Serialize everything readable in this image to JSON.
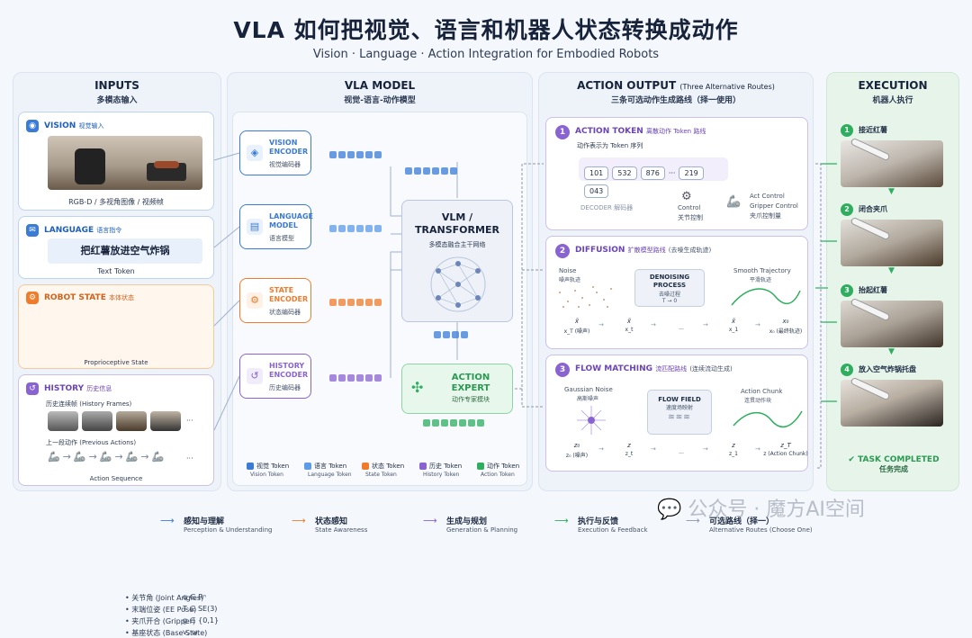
{
  "header": {
    "title": "VLA 如何把视觉、语言和机器人状态转换成动作",
    "subtitle": "Vision · Language · Action Integration for Embodied Robots"
  },
  "columns": {
    "inputs": {
      "title": "INPUTS",
      "subtitle": "多模态输入"
    },
    "model": {
      "title": "VLA MODEL",
      "subtitle": "视觉-语言-动作模型"
    },
    "output": {
      "title": "ACTION OUTPUT",
      "title_note": "(Three Alternative Routes)",
      "subtitle": "三条可选动作生成路线（择一使用）"
    },
    "execution": {
      "title": "EXECUTION",
      "subtitle": "机器人执行"
    }
  },
  "inputs": {
    "vision": {
      "label": "VISION",
      "label_cn": "视觉输入",
      "caption": "RGB-D / 多视角图像 / 视频帧"
    },
    "language": {
      "label": "LANGUAGE",
      "label_cn": "语言指令",
      "instruction": "把红薯放进空气炸锅",
      "caption": "Text Token"
    },
    "robot_state": {
      "label": "ROBOT STATE",
      "label_cn": "本体状态",
      "items": [
        {
          "name": "关节角 (Joint Angles)",
          "symbol": "q ∈ Rⁿ"
        },
        {
          "name": "末端位姿 (EE Pose)",
          "symbol": "T ∈ SE(3)"
        },
        {
          "name": "夹爪开合 (Gripper)",
          "symbol": "g ∈ {0,1}"
        },
        {
          "name": "基座状态 (Base State)",
          "symbol": "v, ω"
        }
      ],
      "caption": "Proprioceptive State"
    },
    "history": {
      "label": "HISTORY",
      "label_cn": "历史信息",
      "frames_label": "历史连续帧 (History Frames)",
      "actions_label": "上一段动作 (Previous Actions)",
      "caption": "Action Sequence",
      "ellipsis": "···"
    }
  },
  "model": {
    "encoders": [
      {
        "title": "VISION ENCODER",
        "cn": "视觉编码器",
        "color": "#3a7bd5"
      },
      {
        "title": "LANGUAGE MODEL",
        "cn": "语言模型",
        "color": "#3a7bd5"
      },
      {
        "title": "STATE ENCODER",
        "cn": "状态编码器",
        "color": "#f07b2b"
      },
      {
        "title": "HISTORY ENCODER",
        "cn": "历史编码器",
        "color": "#8a63d2"
      }
    ],
    "core": {
      "title": "VLM / TRANSFORMER",
      "subtitle": "多模态融合主干网络"
    },
    "expert": {
      "title": "ACTION EXPERT",
      "subtitle": "动作专家模块"
    },
    "token_legend": [
      {
        "cn": "视觉 Token",
        "en": "Vision Token",
        "color": "#3a7bd5"
      },
      {
        "cn": "语言 Token",
        "en": "Language Token",
        "color": "#5b9be8"
      },
      {
        "cn": "状态 Token",
        "en": "State Token",
        "color": "#f07b2b"
      },
      {
        "cn": "历史 Token",
        "en": "History Token",
        "color": "#8a63d2"
      },
      {
        "cn": "动作 Token",
        "en": "Action Token",
        "color": "#2eae5e"
      }
    ]
  },
  "routes": {
    "r1": {
      "num": "1",
      "title": "ACTION TOKEN",
      "title_cn": "离散动作 Token 路线",
      "desc": "动作表示为 Token 序列",
      "tokens": [
        "101",
        "532",
        "876",
        "···",
        "219",
        "043"
      ],
      "decoder": "DECODER 解码器",
      "control": "Control",
      "control_cn": "关节控制",
      "gripper_title": "Act Control",
      "gripper": "Gripper Control",
      "gripper_cn": "夹爪控制量"
    },
    "r2": {
      "num": "2",
      "title": "DIFFUSION",
      "title_cn": "扩散模型路线",
      "note": "(去噪生成轨迹)",
      "noise": "Noise",
      "noise_cn": "噪声轨迹",
      "process": "DENOISING PROCESS",
      "process_cn": "去噪过程",
      "process_t": "T → 0",
      "smooth": "Smooth Trajectory",
      "smooth_cn": "平滑轨迹",
      "steps": [
        {
          "top": "x̃",
          "bot": "x_T (噪声)"
        },
        {
          "top": "x̃",
          "bot": "x_t"
        },
        {
          "top": "",
          "bot": "···"
        },
        {
          "top": "x̃",
          "bot": "x_1"
        },
        {
          "top": "x₀",
          "bot": "x₀ (最终轨迹)"
        }
      ]
    },
    "r3": {
      "num": "3",
      "title": "FLOW MATCHING",
      "title_cn": "流匹配路线",
      "note": "(连续流动生成)",
      "noise": "Gaussian Noise",
      "noise_cn": "高斯噪声",
      "field": "FLOW FIELD",
      "field_cn": "速度场映射",
      "chunk": "Action Chunk",
      "chunk_cn": "连贯动作块",
      "steps": [
        {
          "top": "z₀",
          "bot": "z₀ (噪声)"
        },
        {
          "top": "z",
          "bot": "z_t"
        },
        {
          "top": "",
          "bot": "···"
        },
        {
          "top": "z",
          "bot": "z_1"
        },
        {
          "top": "z_T",
          "bot": "z (Action Chunk)"
        }
      ]
    }
  },
  "execution": {
    "steps": [
      {
        "num": "1",
        "label": "接近红薯"
      },
      {
        "num": "2",
        "label": "闭合夹爪"
      },
      {
        "num": "3",
        "label": "抬起红薯"
      },
      {
        "num": "4",
        "label": "放入空气炸锅托盘"
      }
    ],
    "done": "TASK COMPLETED",
    "done_cn": "任务完成"
  },
  "legend": [
    {
      "cn": "感知与理解",
      "en": "Perception & Understanding",
      "color": "#3a7bd5"
    },
    {
      "cn": "状态感知",
      "en": "State Awareness",
      "color": "#f07b2b"
    },
    {
      "cn": "生成与规划",
      "en": "Generation & Planning",
      "color": "#8a63d2"
    },
    {
      "cn": "执行与反馈",
      "en": "Execution & Feedback",
      "color": "#2eae5e"
    },
    {
      "cn": "可选路线（择一）",
      "en": "Alternative Routes (Choose One)",
      "color": "#8a96ab"
    }
  ],
  "watermark": "公众号 · 魔方AI空间"
}
